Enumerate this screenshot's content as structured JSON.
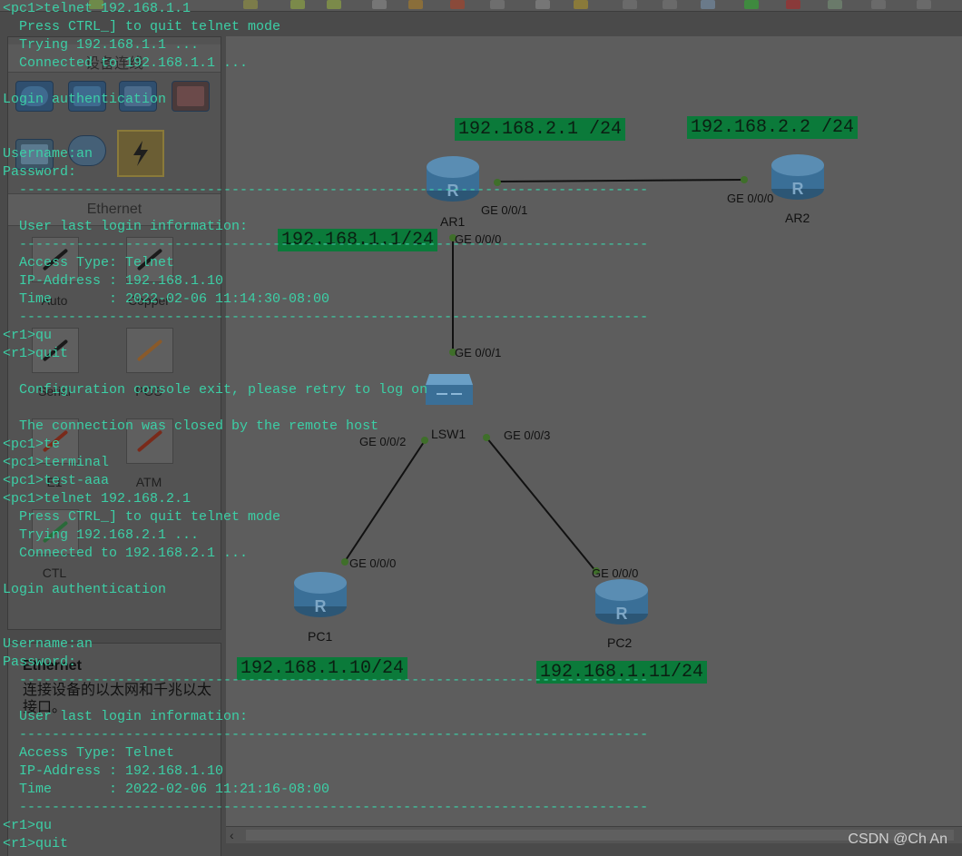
{
  "panel": {
    "title": "设备连线",
    "section_title": "Ethernet",
    "cables": [
      "Auto",
      "Copper",
      "Serial",
      "POS",
      "E1",
      "ATM",
      "CTL"
    ],
    "description": {
      "title": "Ethernet",
      "text": "连接设备的以太网和千兆以太接口。"
    }
  },
  "topology": {
    "ip_labels": [
      "192.168.2.1 /24",
      "192.168.2.2 /24",
      "192.168.1.1/24",
      "192.168.1.10/24",
      "192.168.1.11/24"
    ],
    "nodes": [
      "AR1",
      "AR2",
      "LSW1",
      "PC1",
      "PC2"
    ],
    "ports": {
      "ar1_g001": "GE 0/0/1",
      "ar2_g000": "GE 0/0/0",
      "ar1_g000": "GE 0/0/0",
      "lsw_g001": "GE 0/0/1",
      "lsw_g002": "GE 0/0/2",
      "lsw_g003": "GE 0/0/3",
      "pc1_g000": "GE 0/0/0",
      "pc2_g000": "GE 0/0/0"
    }
  },
  "terminal": {
    "lines": [
      "<pc1>telnet 192.168.1.1",
      "  Press CTRL_] to quit telnet mode",
      "  Trying 192.168.1.1 ...",
      "  Connected to 192.168.1.1 ...",
      "",
      "Login authentication",
      "",
      "",
      "Username:an",
      "Password:",
      "  -----------------------------------------------------------------------------",
      "",
      "  User last login information:",
      "  -----------------------------------------------------------------------------",
      "  Access Type: Telnet",
      "  IP-Address : 192.168.1.10",
      "  Time       : 2022-02-06 11:14:30-08:00",
      "  -----------------------------------------------------------------------------",
      "<r1>qu",
      "<r1>quit",
      "",
      "  Configuration console exit, please retry to log on",
      "",
      "  The connection was closed by the remote host",
      "<pc1>te",
      "<pc1>terminal",
      "<pc1>test-aaa",
      "<pc1>telnet 192.168.2.1",
      "  Press CTRL_] to quit telnet mode",
      "  Trying 192.168.2.1 ...",
      "  Connected to 192.168.2.1 ...",
      "",
      "Login authentication",
      "",
      "",
      "Username:an",
      "Password:",
      "  -----------------------------------------------------------------------------",
      "",
      "  User last login information:",
      "  -----------------------------------------------------------------------------",
      "  Access Type: Telnet",
      "  IP-Address : 192.168.1.10",
      "  Time       : 2022-02-06 11:21:16-08:00",
      "  -----------------------------------------------------------------------------",
      "<r1>qu",
      "<r1>quit"
    ]
  },
  "watermark": "CSDN @Ch An",
  "colors": {
    "terminal_text": "#3ccfa6",
    "ip_highlight": "#0b7a3a",
    "canvas_bg": "#5d5d5d",
    "router_body": "#3a6f97"
  }
}
